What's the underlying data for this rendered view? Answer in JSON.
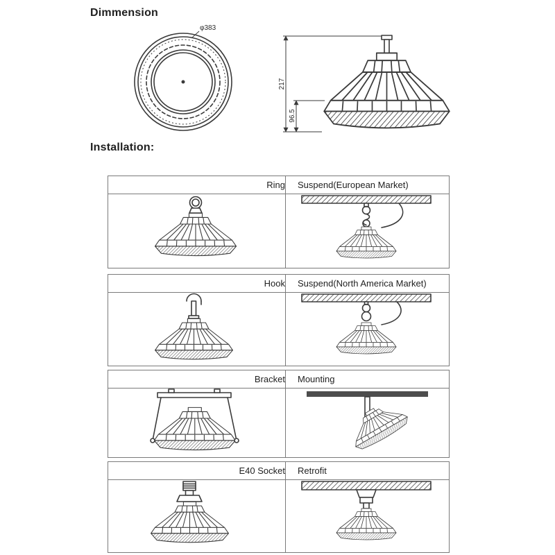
{
  "page": {
    "dimension_title": "Dimmension",
    "installation_title": "Installation:"
  },
  "dimension_drawing": {
    "diameter_label": "φ383",
    "total_height_label": "217",
    "body_height_label": "96.5"
  },
  "installation_rows": [
    {
      "method": "Ring",
      "description": "Suspend(European Market)"
    },
    {
      "method": "Hook",
      "description": "Suspend(North America Market)"
    },
    {
      "method": "Bracket",
      "description": "Mounting"
    },
    {
      "method": "E40 Socket",
      "description": "Retrofit"
    }
  ],
  "colors": {
    "line": "#3a3a3a",
    "border": "#7a7a7a",
    "ceiling_bar": "#4d4d4d"
  }
}
